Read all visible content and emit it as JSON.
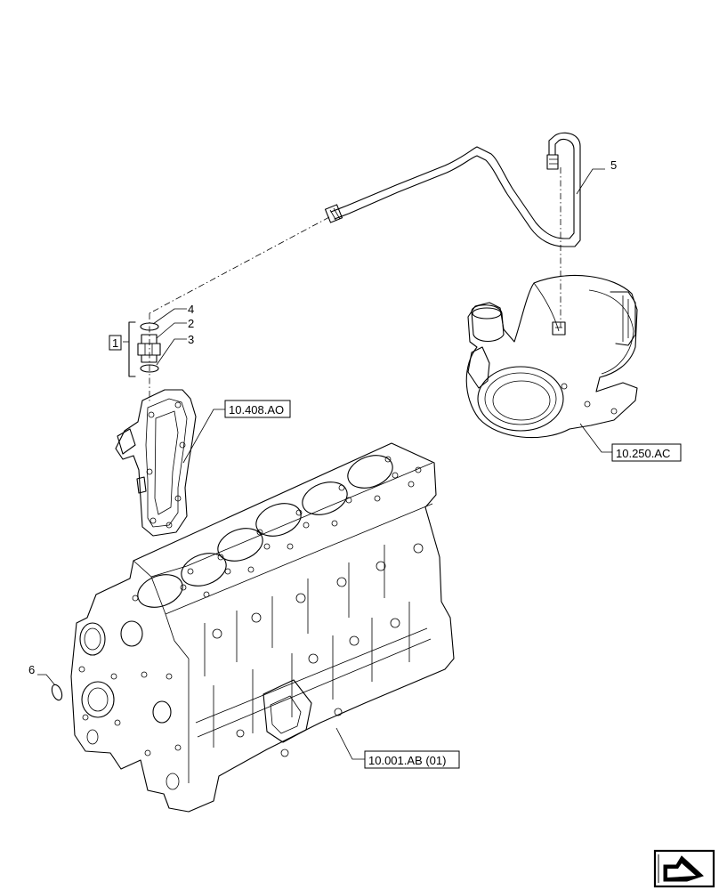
{
  "callouts": {
    "item_1": "1",
    "item_2": "2",
    "item_3": "3",
    "item_4": "4",
    "item_5": "5",
    "item_6": "6"
  },
  "references": {
    "oil_filter_head": "10.408.AO",
    "turbocharger": "10.250.AC",
    "engine_block": "10.001.AB (01)"
  },
  "navigation": {
    "icon": "arrow-icon"
  }
}
